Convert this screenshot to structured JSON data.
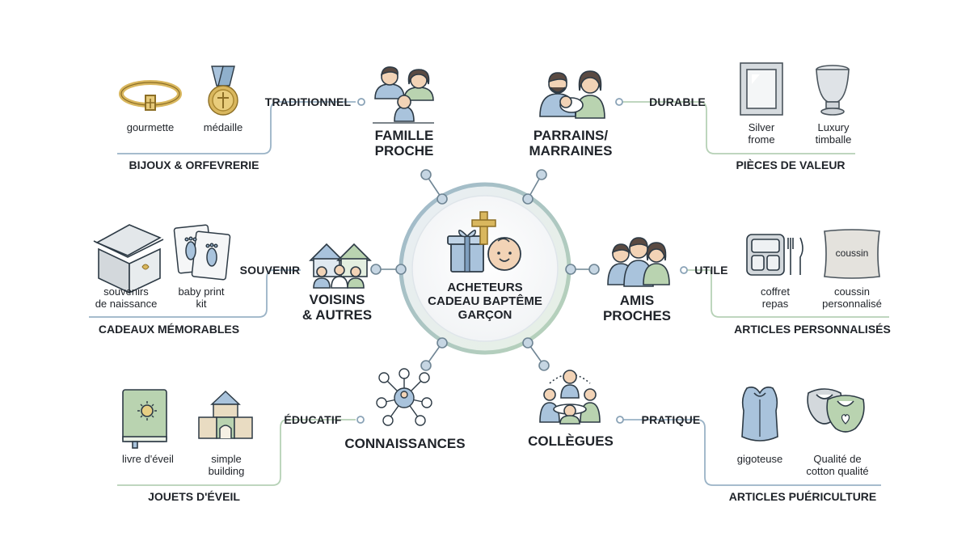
{
  "center": {
    "line1": "ACHETEURS",
    "line2": "CADEAU BAPTÊME",
    "line3": "GARÇON"
  },
  "buyers": {
    "famille": {
      "line1": "FAMILLE",
      "line2": "PROCHE"
    },
    "parrains": {
      "line1": "PARRAINS/",
      "line2": "MARRAINES"
    },
    "voisins": {
      "line1": "VOISINS",
      "line2": "& AUTRES"
    },
    "amis": {
      "line1": "AMIS",
      "line2": "PROCHES"
    },
    "connaissances": {
      "line1": "CONNAISSANCES"
    },
    "collegues": {
      "line1": "COLLÈGUES"
    }
  },
  "tags": {
    "traditionnel": "TRADITIONNEL",
    "durable": "DURABLE",
    "souvenir": "SOUVENIR",
    "utile": "UTILE",
    "educatif": "ÉDUCATIF",
    "pratique": "PRATIQUE"
  },
  "categories": {
    "bijoux": {
      "title": "BIJOUX & ORFEVRERIE",
      "items": [
        {
          "label1": "gourmette",
          "icon": "bracelet-icon"
        },
        {
          "label1": "médaille",
          "icon": "medal-icon"
        }
      ]
    },
    "pieces": {
      "title": "PIÈCES DE VALEUR",
      "items": [
        {
          "label1": "Silver",
          "label2": "frome",
          "icon": "silver-frame-icon"
        },
        {
          "label1": "Luxury",
          "label2": "timballe",
          "icon": "timbale-cup-icon"
        }
      ]
    },
    "memorables": {
      "title": "CADEAUX MÉMORABLES",
      "items": [
        {
          "label1": "souvenirs",
          "label2": "de naissance",
          "icon": "keepsake-box-icon"
        },
        {
          "label1": "baby print",
          "label2": "kit",
          "icon": "footprint-kit-icon"
        }
      ]
    },
    "personnalises": {
      "title": "ARTICLES PERSONNALISÉS",
      "items": [
        {
          "label1": "coffret",
          "label2": "repas",
          "icon": "lunch-box-icon"
        },
        {
          "label1": "coussin",
          "label2": "personnalisé",
          "icon": "cushion-icon",
          "inner_text": "coussin"
        }
      ]
    },
    "jouets": {
      "title": "JOUETS D'ÉVEIL",
      "items": [
        {
          "label1": "livre d'éveil",
          "icon": "book-icon"
        },
        {
          "label1": "simple",
          "label2": "building",
          "icon": "building-blocks-icon"
        }
      ]
    },
    "puericulture": {
      "title": "ARTICLES PUÉRICULTURE",
      "items": [
        {
          "label1": "gigoteuse",
          "icon": "sleeping-bag-icon"
        },
        {
          "label1": "Qualité de",
          "label2": "cotton qualité",
          "icon": "bibs-icon"
        }
      ]
    }
  },
  "colors": {
    "ink": "#1f2329",
    "line_blue": "#9ab3c6",
    "line_green": "#b6d1b6",
    "node_fill": "#c9d7e2",
    "gold": "#d9b75e",
    "gold_dark": "#a8852f",
    "blue": "#a9c3dc",
    "green": "#b9d3b0",
    "skin": "#f2d3b6",
    "hair": "#5a4a42"
  }
}
